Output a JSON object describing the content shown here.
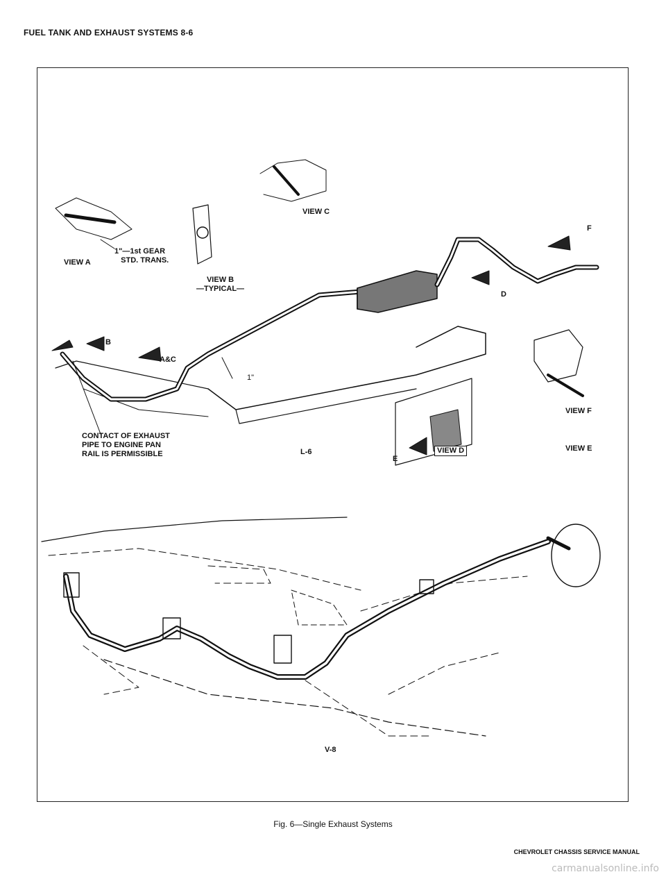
{
  "page_header": "FUEL TANK AND EXHAUST SYSTEMS 8-6",
  "figure": {
    "caption": "Fig. 6—Single Exhaust Systems",
    "labels": {
      "view_a": "VIEW A",
      "gear_note": "1\"—1st GEAR\n   STD. TRANS.",
      "view_b": "VIEW B\n—TYPICAL—",
      "view_c": "VIEW C",
      "callout_b": "B",
      "callout_ac": "A&C",
      "dim_1in": "1\"",
      "callout_f": "F",
      "callout_d": "D",
      "callout_e": "E",
      "view_d": "VIEW D",
      "view_f": "VIEW F",
      "view_e": "VIEW E",
      "contact_note": "CONTACT OF EXHAUST\nPIPE TO ENGINE PAN\nRAIL IS PERMISSIBLE",
      "l6": "L-6",
      "v8": "V-8"
    }
  },
  "footer": "CHEVROLET CHASSIS SERVICE MANUAL",
  "watermark": "carmanualsonline.info"
}
